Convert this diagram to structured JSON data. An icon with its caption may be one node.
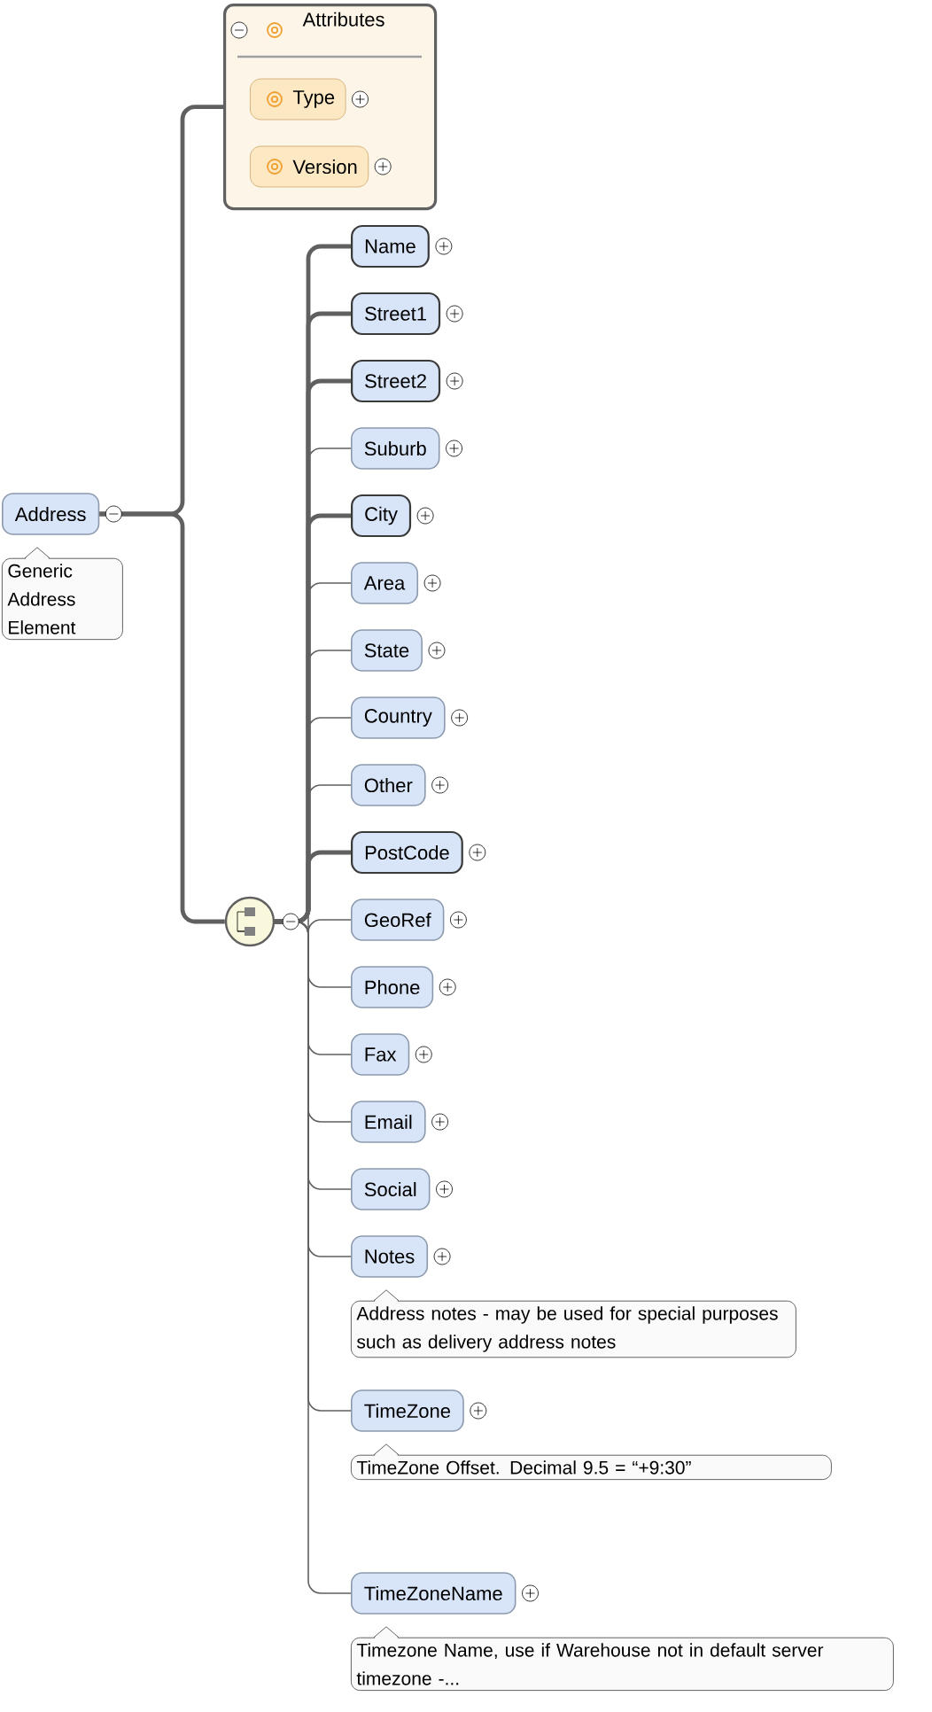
{
  "diagram": {
    "nodes": [
      {
        "text": [
          "Address"
        ],
        "beside": [
          "Generic Address Element"
        ]
      },
      {
        "text": [
          "Attributes"
        ]
      },
      {
        "text": [
          "Type"
        ],
        "in": 1
      },
      {
        "text": [
          "Version"
        ],
        "in": 1
      },
      {
        "text": [],
        "shape": "circle"
      },
      {
        "text": [
          "Name"
        ]
      },
      {
        "text": [
          "Street1"
        ]
      },
      {
        "text": [
          "Street2"
        ]
      },
      {
        "text": [
          "Suburb"
        ]
      },
      {
        "text": [
          "City"
        ]
      },
      {
        "text": [
          "Area"
        ]
      },
      {
        "text": [
          "State"
        ]
      },
      {
        "text": [
          "Country"
        ]
      },
      {
        "text": [
          "Other"
        ]
      },
      {
        "text": [
          "PostCode"
        ]
      },
      {
        "text": [
          "GeoRef"
        ]
      },
      {
        "text": [
          "Phone"
        ]
      },
      {
        "text": [
          "Fax"
        ]
      },
      {
        "text": [
          "Email"
        ]
      },
      {
        "text": [
          "Social"
        ]
      },
      {
        "text": [
          "Notes"
        ],
        "beside": [
          "Address notes - may be used for special purposes such as delivery address notes"
        ]
      },
      {
        "text": [
          "TimeZone"
        ],
        "beside": [
          "TimeZone Offset. Decimal 9.5 = “+9:30”"
        ]
      },
      {
        "text": [
          "TimeZoneName"
        ],
        "beside": [
          "Timezone Name, use if Warehouse not in default server timezone -..."
        ]
      }
    ],
    "edges": [
      {
        "from": 0,
        "to": 1,
        "arrow": "none",
        "style": "thick"
      },
      {
        "from": 0,
        "to": 4,
        "arrow": "none",
        "style": "thick"
      },
      {
        "from": 4,
        "to": 5,
        "arrow": "none",
        "style": "thick"
      },
      {
        "from": 4,
        "to": 6,
        "arrow": "none",
        "style": "thick"
      },
      {
        "from": 4,
        "to": 7,
        "arrow": "none",
        "style": "thick"
      },
      {
        "from": 4,
        "to": 8,
        "arrow": "none"
      },
      {
        "from": 4,
        "to": 9,
        "arrow": "none",
        "style": "thick"
      },
      {
        "from": 4,
        "to": 10,
        "arrow": "none"
      },
      {
        "from": 4,
        "to": 11,
        "arrow": "none"
      },
      {
        "from": 4,
        "to": 12,
        "arrow": "none"
      },
      {
        "from": 4,
        "to": 13,
        "arrow": "none"
      },
      {
        "from": 4,
        "to": 14,
        "arrow": "none",
        "style": "thick"
      },
      {
        "from": 4,
        "to": 15,
        "arrow": "none"
      },
      {
        "from": 4,
        "to": 16,
        "arrow": "none"
      },
      {
        "from": 4,
        "to": 17,
        "arrow": "none"
      },
      {
        "from": 4,
        "to": 18,
        "arrow": "none"
      },
      {
        "from": 4,
        "to": 19,
        "arrow": "none"
      },
      {
        "from": 4,
        "to": 20,
        "arrow": "none"
      },
      {
        "from": 4,
        "to": 21,
        "arrow": "none"
      },
      {
        "from": 4,
        "to": 22,
        "arrow": "none"
      }
    ]
  }
}
